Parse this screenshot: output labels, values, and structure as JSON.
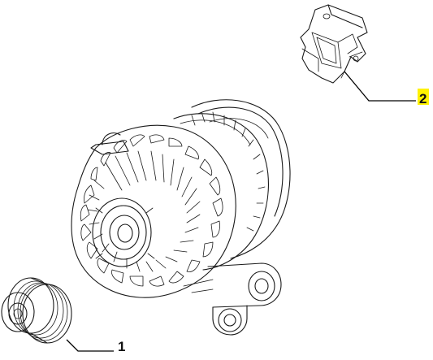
{
  "callouts": [
    {
      "id": "1",
      "label": "1",
      "part": "pulley",
      "highlighted": false
    },
    {
      "id": "2",
      "label": "2",
      "part": "voltage-regulator",
      "highlighted": true
    }
  ],
  "highlight_color": "#fff200"
}
